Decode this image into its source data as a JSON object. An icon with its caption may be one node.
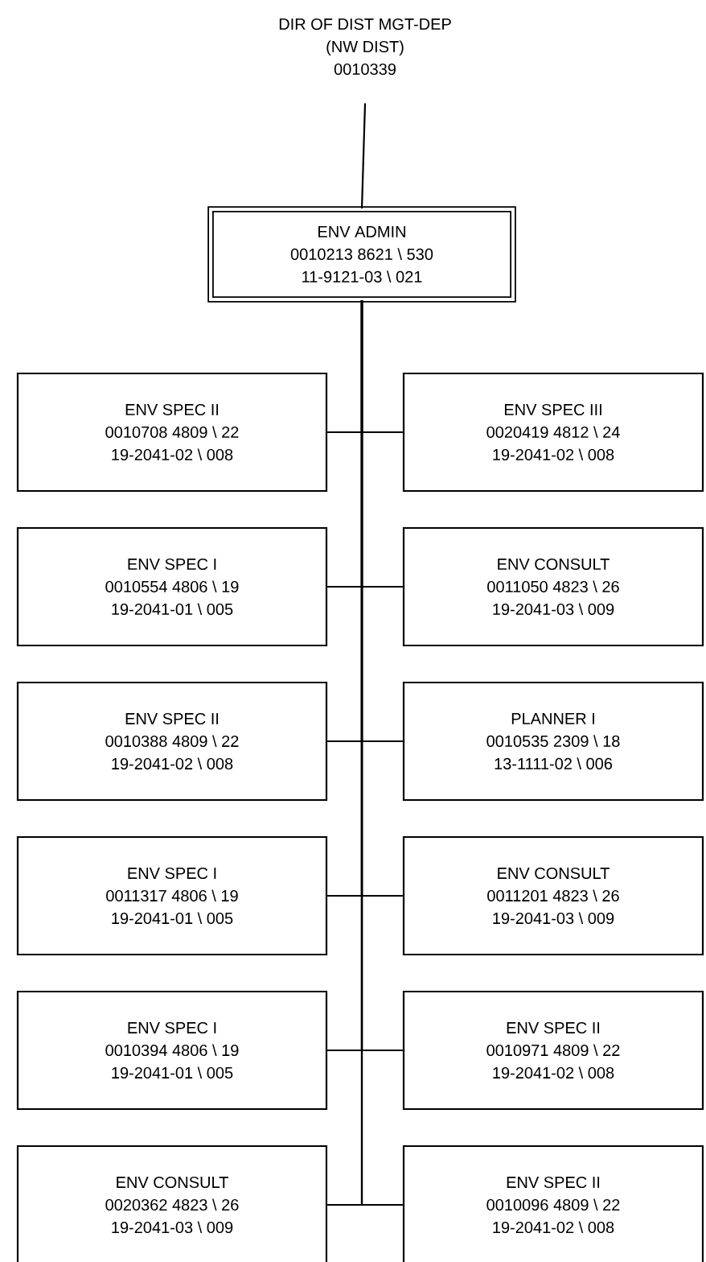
{
  "diagram": {
    "nodes": [
      {
        "text": [
          "DIR OF DIST MGT-DEP",
          "(NW DIST)",
          "0010339"
        ]
      },
      {
        "text": [
          "ENV ADMIN",
          "0010213  8621 \\ 530",
          "11-9121-03 \\ 021"
        ]
      },
      {
        "text": [
          "ENV SPEC II",
          "0010708  4809 \\ 22",
          "19-2041-02 \\ 008"
        ]
      },
      {
        "text": [
          "ENV SPEC III",
          "0020419  4812 \\ 24",
          "19-2041-02 \\ 008"
        ]
      },
      {
        "text": [
          "ENV SPEC I",
          "0010554  4806 \\ 19",
          "19-2041-01 \\ 005"
        ]
      },
      {
        "text": [
          "ENV CONSULT",
          "0011050  4823 \\ 26",
          "19-2041-03 \\ 009"
        ]
      },
      {
        "text": [
          "ENV SPEC II",
          "0010388  4809 \\ 22",
          "19-2041-02 \\ 008"
        ]
      },
      {
        "text": [
          "PLANNER I",
          "0010535  2309 \\ 18",
          "13-1111-02 \\ 006"
        ]
      },
      {
        "text": [
          "ENV SPEC I",
          "0011317  4806 \\ 19",
          "19-2041-01 \\ 005"
        ]
      },
      {
        "text": [
          "ENV CONSULT",
          "0011201  4823 \\ 26",
          "19-2041-03 \\ 009"
        ]
      },
      {
        "text": [
          "ENV SPEC I",
          "0010394  4806 \\ 19",
          "19-2041-01 \\ 005"
        ]
      },
      {
        "text": [
          "ENV SPEC II",
          "0010971  4809 \\ 22",
          "19-2041-02 \\ 008"
        ]
      },
      {
        "text": [
          "ENV CONSULT",
          "0020362  4823 \\ 26",
          "19-2041-03 \\ 009"
        ]
      },
      {
        "text": [
          "ENV SPEC II",
          "0010096  4809 \\ 22",
          "19-2041-02 \\ 008"
        ]
      }
    ],
    "edges": [
      {
        "from": 0,
        "to": 1,
        "arrow": "none"
      },
      {
        "from": 1,
        "to": 2,
        "arrow": "none"
      },
      {
        "from": 1,
        "to": 3,
        "arrow": "none"
      },
      {
        "from": 1,
        "to": 4,
        "arrow": "none"
      },
      {
        "from": 1,
        "to": 5,
        "arrow": "none"
      },
      {
        "from": 1,
        "to": 6,
        "arrow": "none"
      },
      {
        "from": 1,
        "to": 7,
        "arrow": "none"
      },
      {
        "from": 1,
        "to": 8,
        "arrow": "none"
      },
      {
        "from": 1,
        "to": 9,
        "arrow": "none"
      },
      {
        "from": 1,
        "to": 10,
        "arrow": "none"
      },
      {
        "from": 1,
        "to": 11,
        "arrow": "none"
      },
      {
        "from": 1,
        "to": 12,
        "arrow": "none"
      },
      {
        "from": 1,
        "to": 13,
        "arrow": "none"
      }
    ]
  }
}
